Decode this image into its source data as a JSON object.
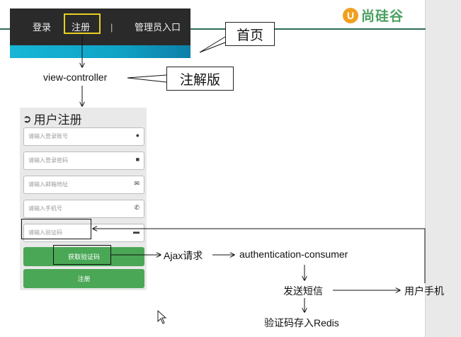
{
  "nav": {
    "login": "登录",
    "register": "注册",
    "separator": "|",
    "admin": "管理员入口"
  },
  "logo": {
    "badge": "U",
    "text": "尚硅谷"
  },
  "callouts": {
    "home": "首页",
    "annotation": "注解版"
  },
  "flow": {
    "view_controller": "view-controller",
    "ajax": "Ajax请求",
    "auth_consumer": "authentication-consumer",
    "send_sms": "发送短信",
    "user_phone": "用户手机",
    "store_redis": "验证码存入Redis"
  },
  "form": {
    "title_icon": "➲",
    "title": "用户注册",
    "fields": [
      {
        "placeholder": "请输入登录账号",
        "icon": "user-icon"
      },
      {
        "placeholder": "请输入登录密码",
        "icon": "lock-icon"
      },
      {
        "placeholder": "请输入邮箱地址",
        "icon": "envelope-icon"
      },
      {
        "placeholder": "请输入手机号",
        "icon": "phone-icon"
      },
      {
        "placeholder": "请输入验证码",
        "icon": "message-icon"
      }
    ],
    "get_code_button": "获取验证码",
    "register_button": "注册"
  },
  "colors": {
    "button_green": "#4aa755",
    "navbar": "#2a2a2a",
    "highlight": "#e8d020",
    "stripe": "#17b6d6",
    "divider": "#2d6a5a"
  }
}
